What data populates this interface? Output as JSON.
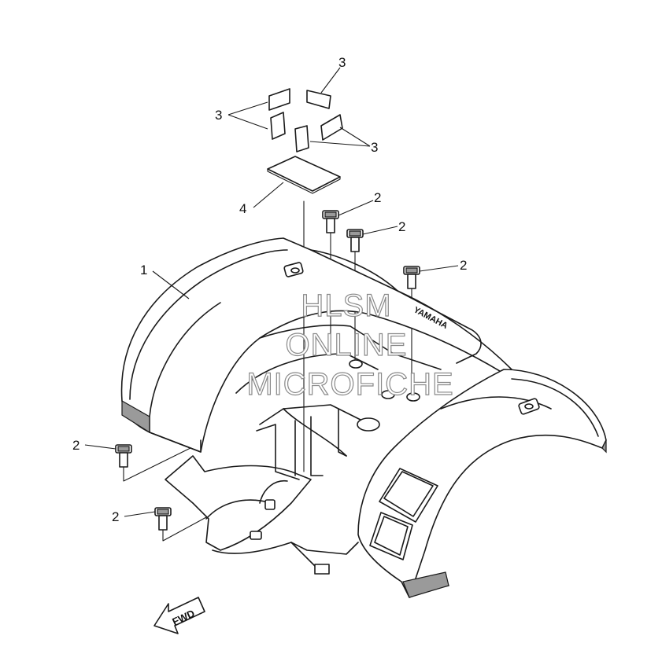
{
  "callouts": {
    "c3_top": "3",
    "c3_left": "3",
    "c3_right": "3",
    "c4": "4",
    "c1": "1",
    "c2_a": "2",
    "c2_b": "2",
    "c2_c": "2",
    "c2_d": "2",
    "c2_e": "2"
  },
  "watermark": {
    "line1": "HLSM",
    "line2": "ONLINE",
    "line3": "MICROFICHE"
  },
  "fwd_label": "FWD",
  "fender_brand": "YAMAHA",
  "colors": {
    "line": "#1a1a1a",
    "shade": "#9a9a9a",
    "watermark_stroke": "#8a8a8a"
  }
}
